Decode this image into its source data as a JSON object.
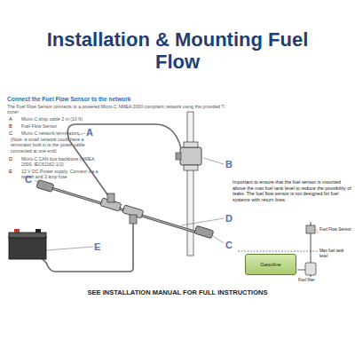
{
  "diagram": {
    "title": "Installation & Mounting Fuel Flow",
    "nodes": [
      {
        "text": [
          "Gasoline"
        ]
      }
    ],
    "labels": [
      "Connect the Fuel Flow Sensor to the network",
      "The Fuel Flow Sensor connects to a powered Micro-C NMEA 2000 compliant network using the provided T-zoner",
      "A",
      "Micro-C drop cable 2 m (10 ft)",
      "B",
      "Fuel Flow Sensor",
      "C",
      "Micro-C network terminators",
      "(Note: a small network could have a terminator built in to the power cable connected at one end)",
      "D",
      "Micro-C CAN bus backbone (NMEA 2000, IEC61162-1/2)",
      "E",
      "12 V DC Power supply. Connect via a switch and 3 amp fuse",
      "A",
      "B",
      "C",
      "D",
      "C",
      "E",
      "Important to ensure that the fuel sensor is mounted above the max fuel tank level to reduce the possibility of leaks. The fuel flow sensor is not designed for fuel systems with return lines",
      "Fuel Flow Sensor",
      "Max fuel tank level",
      "Fuel filter",
      "SEE INSTALLATION MANUAL FOR FULL INSTRUCTIONS"
    ]
  }
}
